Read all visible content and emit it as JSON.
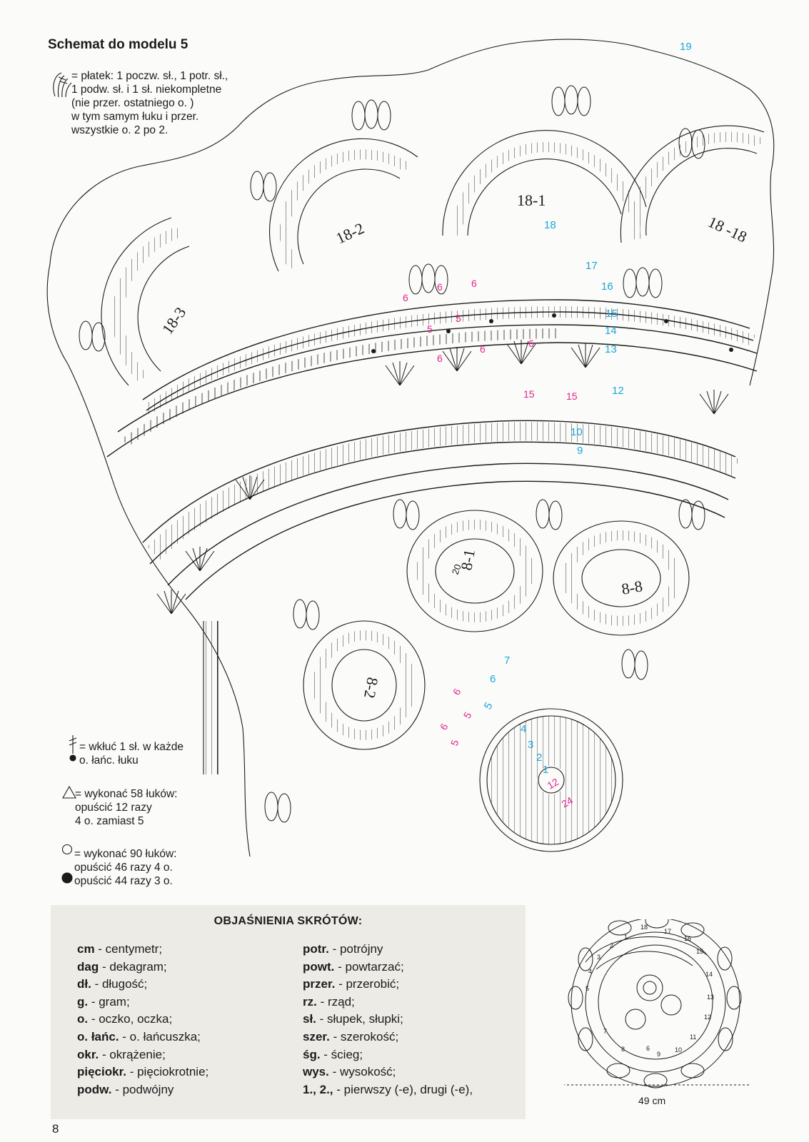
{
  "title": "Schemat do modelu 5",
  "legend": {
    "platek": "= płatek: 1 poczw. sł., 1 potr. sł.,\n1 podw. sł. i 1 sł. niekompletne\n(nie przer. ostatniego o. )\nw tym samym łuku i przer.\nwszystkie o. 2 po 2.",
    "wkluc": "= wkłuć 1 sł. w każde\no. łańc. łuku",
    "triangle": "= wykonać 58 łuków:\nopuścić 12 razy\n4 o. zamiast 5",
    "circle": "= wykonać 90 łuków:\nopuścić 46 razy 4 o.\nopuścić 44 razy 3 o."
  },
  "diagram_labels": {
    "motif_18_1": "18-1",
    "motif_18_2": "18-2",
    "motif_18_3": "18-3",
    "motif_18_18": "18 -18",
    "motif_8_1": "8-1",
    "motif_8_8": "8-8",
    "motif_8_2": "8-2",
    "row_19": "19",
    "row_18": "18",
    "row_17": "17",
    "row_16": "16",
    "row_15a": "15",
    "row_14": "14",
    "row_13": "13",
    "row_12": "12",
    "row_10": "10",
    "row_9": "9",
    "row_7": "7",
    "row_6": "6",
    "row_5": "5",
    "row_4": "4",
    "row_3": "3",
    "row_2": "2",
    "row_1": "1",
    "count_6": "6",
    "count_5": "5",
    "count_15": "15",
    "count_12": "12",
    "count_24": "24",
    "count_20": "20"
  },
  "abbreviations": {
    "title": "OBJAŚNIENIA SKRÓTÓW:",
    "left": [
      {
        "abbr": "cm",
        "meaning": " - centymetr;"
      },
      {
        "abbr": "dag",
        "meaning": " - dekagram;"
      },
      {
        "abbr": "dł.",
        "meaning": " - długość;"
      },
      {
        "abbr": "g.",
        "meaning": " - gram;"
      },
      {
        "abbr": "o.",
        "meaning": " - oczko, oczka;"
      },
      {
        "abbr": "o. łańc.",
        "meaning": " - o. łańcuszka;"
      },
      {
        "abbr": "okr.",
        "meaning": " - okrążenie;"
      },
      {
        "abbr": "pięciokr.",
        "meaning": " - pięciokrotnie;"
      },
      {
        "abbr": "podw.",
        "meaning": " - podwójny"
      }
    ],
    "right": [
      {
        "abbr": "potr.",
        "meaning": " - potrójny"
      },
      {
        "abbr": "powt.",
        "meaning": " - powtarzać;"
      },
      {
        "abbr": "przer.",
        "meaning": " - przerobić;"
      },
      {
        "abbr": "rz.",
        "meaning": " - rząd;"
      },
      {
        "abbr": "sł.",
        "meaning": " - słupek, słupki;"
      },
      {
        "abbr": "szer.",
        "meaning": " - szerokość;"
      },
      {
        "abbr": "śg.",
        "meaning": " - ścieg;"
      },
      {
        "abbr": "wys.",
        "meaning": " - wysokość;"
      },
      {
        "abbr": "1., 2.,",
        "meaning": " - pierwszy (-e), drugi (-e),"
      }
    ]
  },
  "thumbnail": {
    "dimension": "49 cm",
    "numbers": [
      "18",
      "17",
      "16",
      "15",
      "14",
      "13",
      "12",
      "11",
      "10",
      "9",
      "8",
      "7",
      "6",
      "5",
      "4",
      "3",
      "2",
      "1"
    ]
  },
  "page_number": "8",
  "colors": {
    "ink": "#1b1b1b",
    "cyan": "#1aa7d9",
    "magenta": "#e0258c",
    "panel": "#ecebe6"
  }
}
